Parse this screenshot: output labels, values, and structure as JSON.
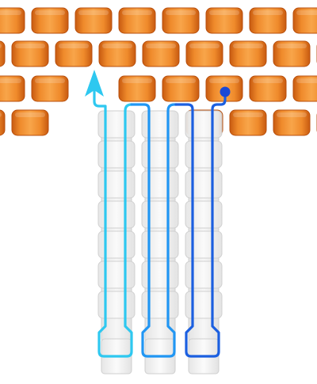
{
  "scene": {
    "icons": {
      "brick": "brick-tile",
      "empty_slot": "empty-slot-tile",
      "start_marker": "dot-marker-icon",
      "end_marker": "arrow-up-icon"
    },
    "colors": {
      "background": "#ffffff",
      "brick_light": "#f59a3a",
      "brick_mid": "#e9741b",
      "brick_dark": "#c75a10",
      "brick_stroke": "#b84f0d",
      "slot_fill": "#f2f2f2",
      "slot_stroke": "#cfcfcf",
      "slot_shadow": "#d7d7d7",
      "path_1": "#2ec8f0",
      "path_2": "#2196f3",
      "path_3": "#1b5fe0",
      "dot": "#1a49d6"
    },
    "paths": [
      {
        "name": "path-cyan",
        "color_key": "path_1"
      },
      {
        "name": "path-blue",
        "color_key": "path_2"
      },
      {
        "name": "path-darkblue",
        "color_key": "path_3"
      }
    ]
  }
}
